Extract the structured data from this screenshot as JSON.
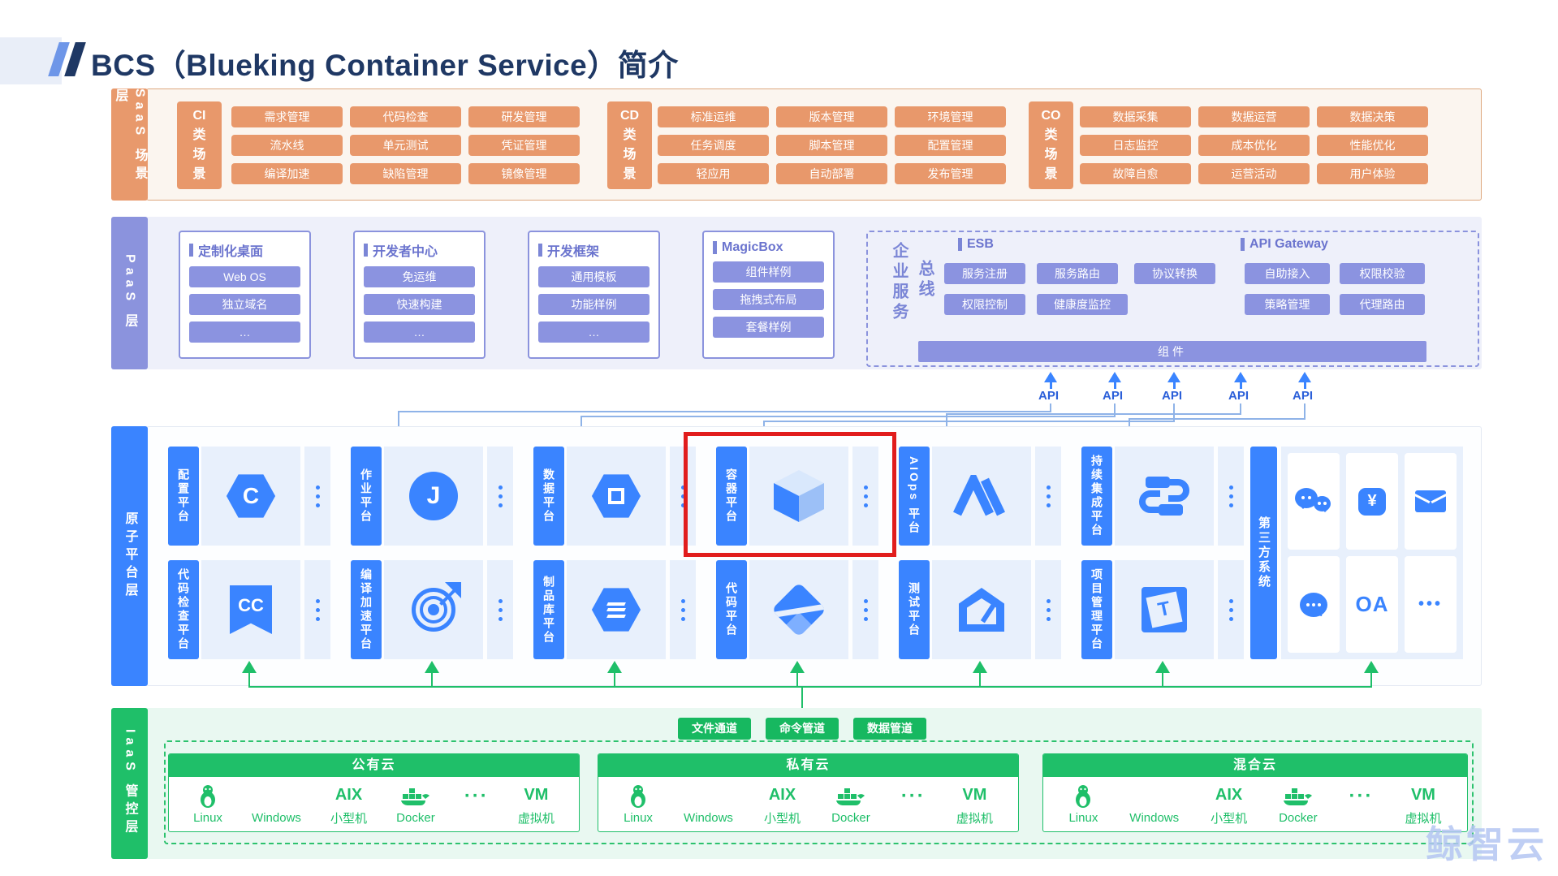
{
  "title": "BCS（Blueking Container Service）简介",
  "watermark": "鲸智云",
  "colors": {
    "orange": "#E8986B",
    "purple": "#8B93E0",
    "blue": "#3A84FF",
    "green": "#1FBF69",
    "red": "#E11D1D",
    "navy": "#1F3864"
  },
  "saas": {
    "layer": "SaaS 场景层",
    "groups": [
      {
        "tab": "CI类场景",
        "items": [
          "需求管理",
          "代码检查",
          "研发管理",
          "流水线",
          "单元测试",
          "凭证管理",
          "编译加速",
          "缺陷管理",
          "镜像管理"
        ]
      },
      {
        "tab": "CD类场景",
        "items": [
          "标准运维",
          "版本管理",
          "环境管理",
          "任务调度",
          "脚本管理",
          "配置管理",
          "轻应用",
          "自动部署",
          "发布管理"
        ]
      },
      {
        "tab": "CO类场景",
        "items": [
          "数据采集",
          "数据运营",
          "数据决策",
          "日志监控",
          "成本优化",
          "性能优化",
          "故障自愈",
          "运营活动",
          "用户体验"
        ]
      }
    ]
  },
  "paas": {
    "layer": "PaaS 层",
    "cards": [
      {
        "title": "定制化桌面",
        "items": [
          "Web OS",
          "独立域名",
          "…"
        ]
      },
      {
        "title": "开发者中心",
        "items": [
          "免运维",
          "快速构建",
          "…"
        ]
      },
      {
        "title": "开发框架",
        "items": [
          "通用模板",
          "功能样例",
          "…"
        ]
      },
      {
        "title": "MagicBox",
        "items": [
          "组件样例",
          "拖拽式布局",
          "套餐样例"
        ]
      }
    ],
    "bus": {
      "label_col1": "企业服务",
      "label_col2": "总线",
      "esb": {
        "title": "ESB",
        "row1": [
          "服务注册",
          "服务路由",
          "协议转换"
        ],
        "row2": [
          "权限控制",
          "健康度监控"
        ]
      },
      "gateway": {
        "title": "API Gateway",
        "row1": [
          "自助接入",
          "权限校验"
        ],
        "row2": [
          "策略管理",
          "代理路由"
        ]
      },
      "component": "组件"
    },
    "api_label": "API"
  },
  "platform": {
    "layer": "原子平台层",
    "row1": [
      {
        "name": "配置平台",
        "icon": "config-hexagon-icon",
        "icon_text": "C"
      },
      {
        "name": "作业平台",
        "icon": "job-circle-icon",
        "icon_text": "J"
      },
      {
        "name": "数据平台",
        "icon": "data-cube-hexagon-icon"
      },
      {
        "name": "容器平台",
        "icon": "container-cube-icon",
        "highlighted": true
      },
      {
        "name": "AIOps 平台",
        "icon": "aiops-logo-icon"
      },
      {
        "name": "持续集成平台",
        "icon": "pipeline-loop-icon"
      }
    ],
    "row2": [
      {
        "name": "代码检查平台",
        "icon": "code-check-badge-icon",
        "icon_text": "CC"
      },
      {
        "name": "编译加速平台",
        "icon": "target-arrow-icon"
      },
      {
        "name": "制品库平台",
        "icon": "artifact-hexagon-icon"
      },
      {
        "name": "代码平台",
        "icon": "code-diamond-icon"
      },
      {
        "name": "测试平台",
        "icon": "house-icon"
      },
      {
        "name": "项目管理平台",
        "icon": "project-card-icon",
        "icon_text": "T"
      }
    ],
    "third": {
      "tab": "第三方系统",
      "pay_text": "¥",
      "oa_text": "OA",
      "more_text": "•••"
    }
  },
  "iaas": {
    "layer": "IaaS 管控层",
    "channels": [
      "文件通道",
      "命令管道",
      "数据管道"
    ],
    "clouds": [
      {
        "title": "公有云",
        "items": [
          {
            "icon": "linux",
            "label": "Linux"
          },
          {
            "icon": "windows",
            "label": "Windows"
          },
          {
            "icon": "aix",
            "text": "AIX",
            "label": "小型机"
          },
          {
            "icon": "docker",
            "label": "Docker"
          },
          {
            "icon": "ellipsis",
            "text": "···",
            "label": ""
          },
          {
            "icon": "vm",
            "text": "VM",
            "label": "虚拟机"
          }
        ]
      },
      {
        "title": "私有云",
        "items": [
          {
            "icon": "linux",
            "label": "Linux"
          },
          {
            "icon": "windows",
            "label": "Windows"
          },
          {
            "icon": "aix",
            "text": "AIX",
            "label": "小型机"
          },
          {
            "icon": "docker",
            "label": "Docker"
          },
          {
            "icon": "ellipsis",
            "text": "···",
            "label": ""
          },
          {
            "icon": "vm",
            "text": "VM",
            "label": "虚拟机"
          }
        ]
      },
      {
        "title": "混合云",
        "items": [
          {
            "icon": "linux",
            "label": "Linux"
          },
          {
            "icon": "windows",
            "label": "Windows"
          },
          {
            "icon": "aix",
            "text": "AIX",
            "label": "小型机"
          },
          {
            "icon": "docker",
            "label": "Docker"
          },
          {
            "icon": "ellipsis",
            "text": "···",
            "label": ""
          },
          {
            "icon": "vm",
            "text": "VM",
            "label": "虚拟机"
          }
        ]
      }
    ]
  }
}
